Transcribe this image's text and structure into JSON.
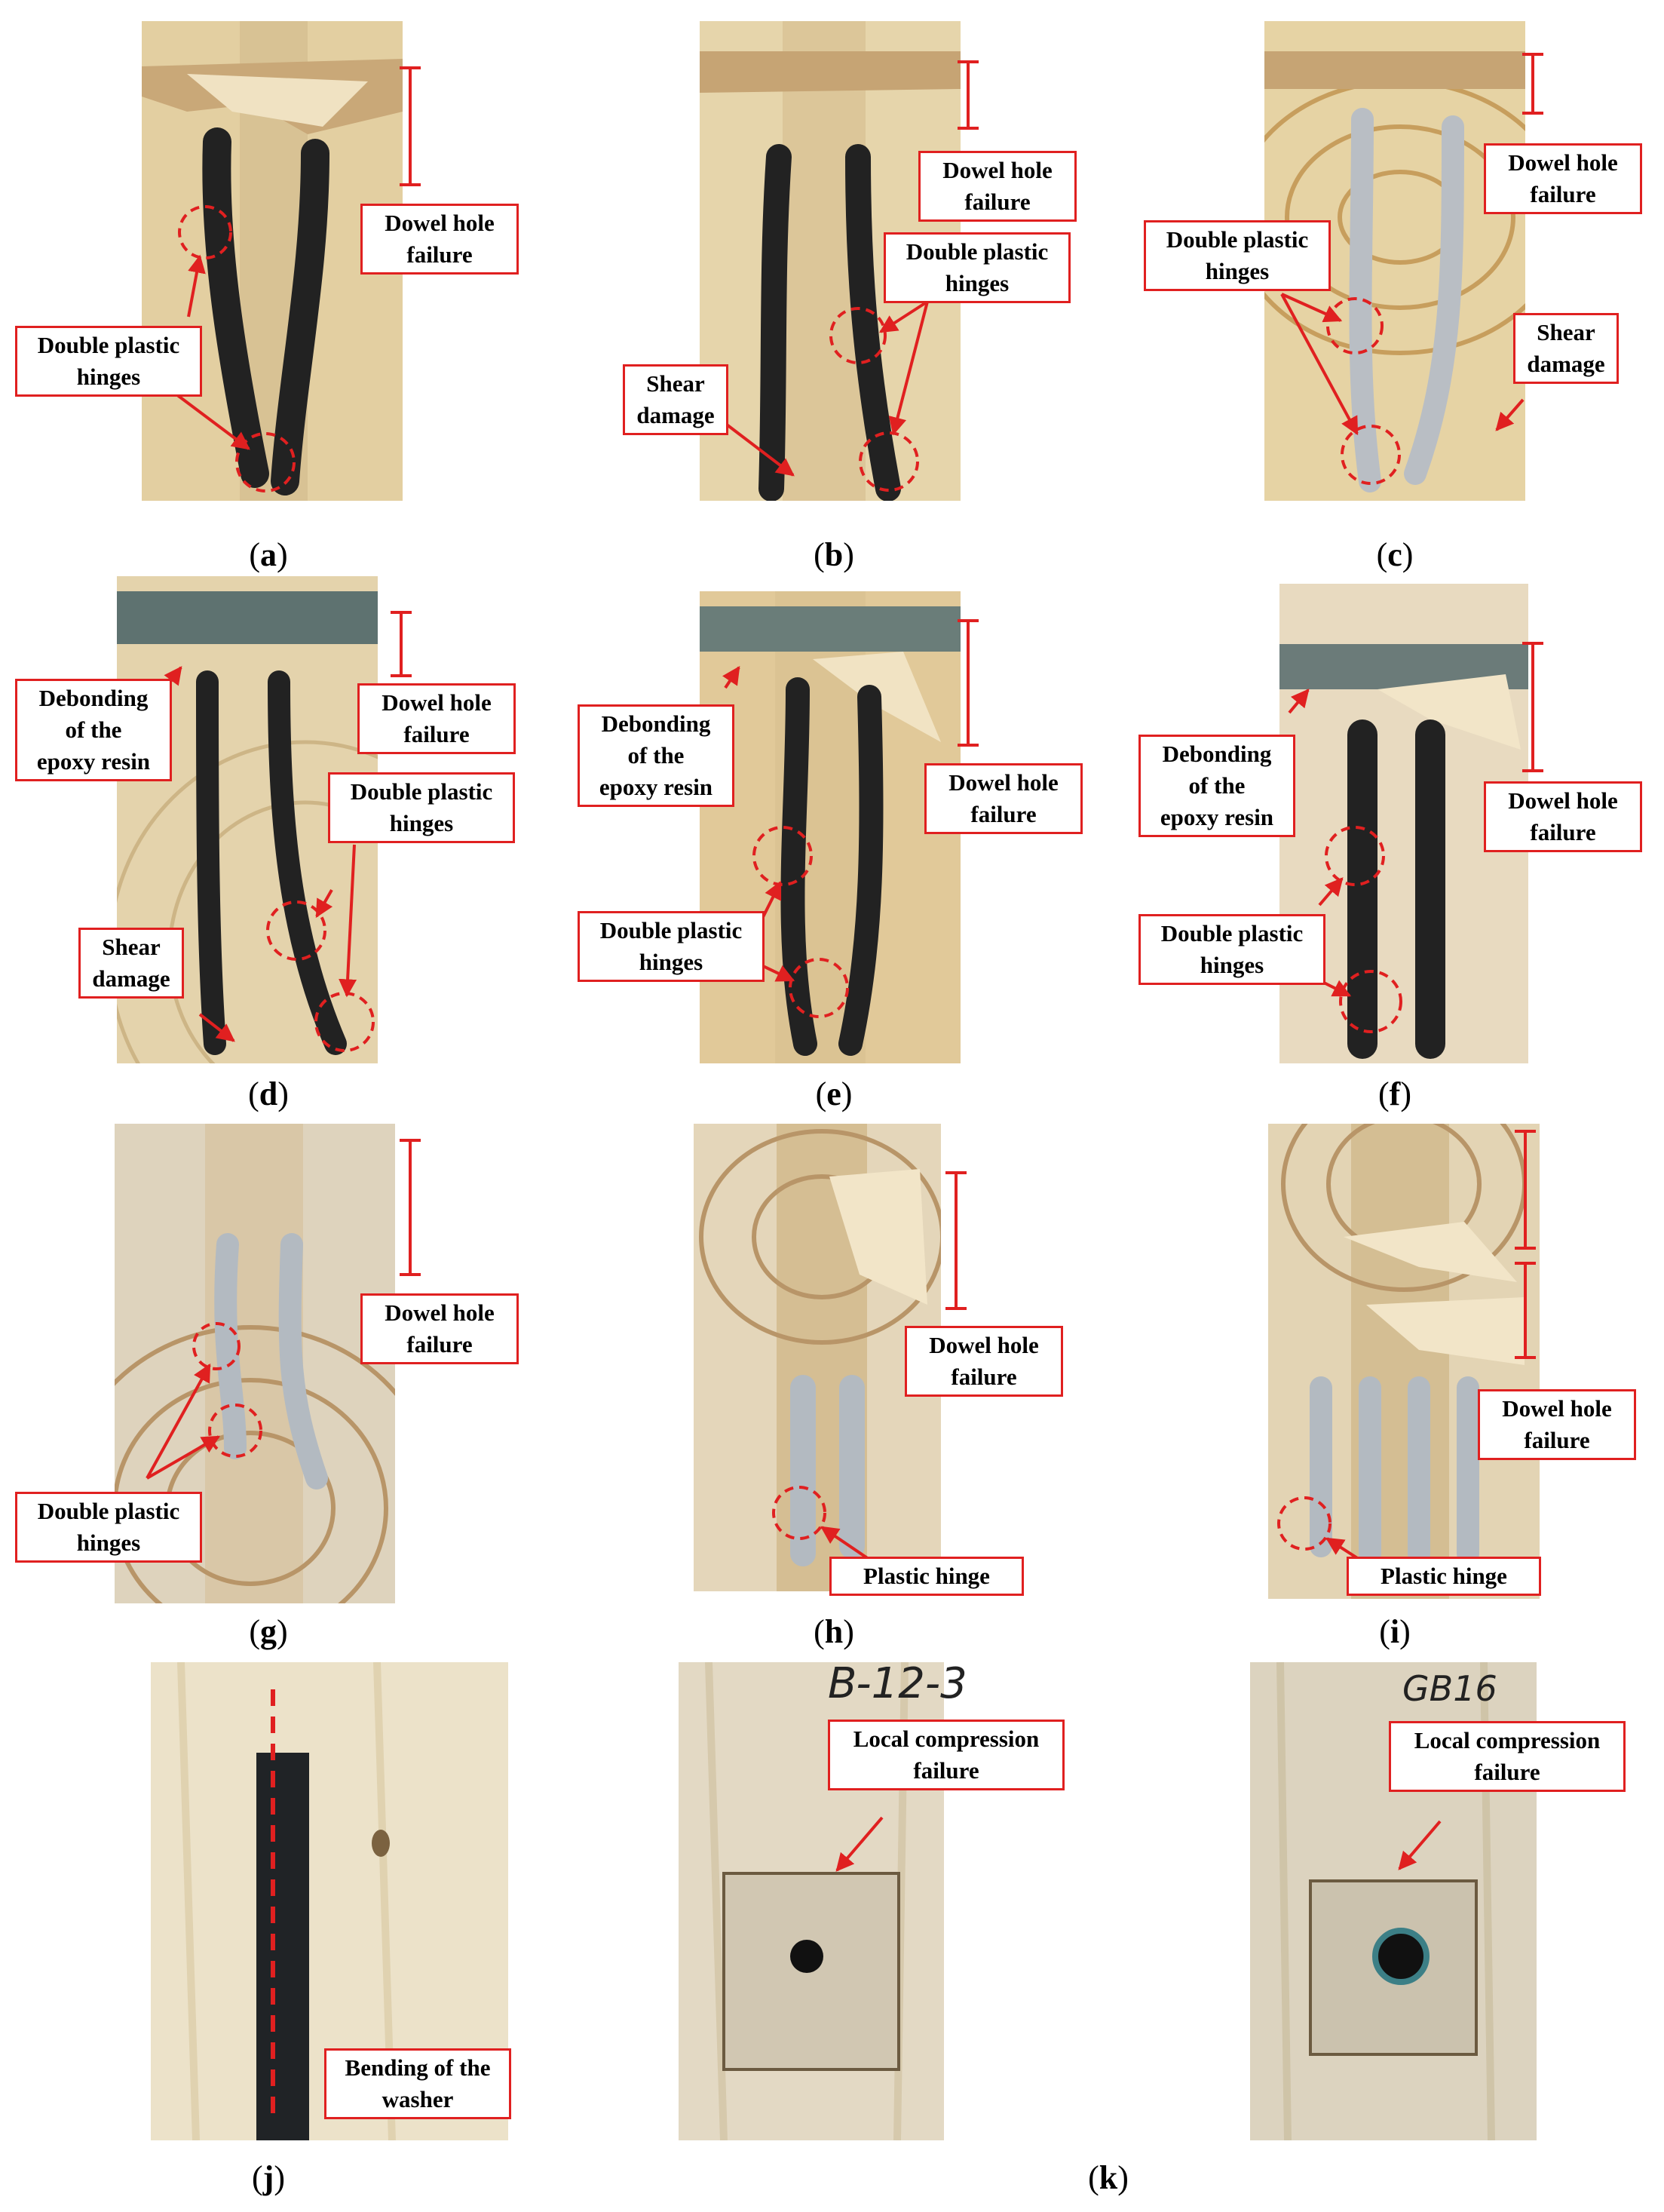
{
  "panels": {
    "a": {
      "caption_letter": "a",
      "labels": {
        "dowel": "Dowel hole\nfailure",
        "hinges": "Double plastic\nhinges"
      }
    },
    "b": {
      "caption_letter": "b",
      "labels": {
        "dowel": "Dowel hole\nfailure",
        "hinges": "Double plastic\nhinges",
        "shear": "Shear\ndamage"
      }
    },
    "c": {
      "caption_letter": "c",
      "labels": {
        "dowel": "Dowel hole\nfailure",
        "hinges": "Double plastic\nhinges",
        "shear": "Shear\ndamage"
      }
    },
    "d": {
      "caption_letter": "d",
      "labels": {
        "debond": "Debonding\nof the\nepoxy resin",
        "dowel": "Dowel hole\nfailure",
        "hinges": "Double plastic\nhinges",
        "shear": "Shear\ndamage"
      }
    },
    "e": {
      "caption_letter": "e",
      "labels": {
        "debond": "Debonding\nof the\nepoxy resin",
        "dowel": "Dowel hole\nfailure",
        "hinges": "Double plastic\nhinges"
      }
    },
    "f": {
      "caption_letter": "f",
      "labels": {
        "debond": "Debonding\nof the\nepoxy resin",
        "dowel": "Dowel hole\nfailure",
        "hinges": "Double plastic\nhinges"
      }
    },
    "g": {
      "caption_letter": "g",
      "labels": {
        "dowel": "Dowel hole\nfailure",
        "hinges": "Double plastic\nhinges"
      }
    },
    "h": {
      "caption_letter": "h",
      "labels": {
        "dowel": "Dowel hole\nfailure",
        "hinge": "Plastic hinge"
      }
    },
    "i": {
      "caption_letter": "i",
      "labels": {
        "dowel": "Dowel hole\nfailure",
        "hinge": "Plastic hinge"
      }
    },
    "j": {
      "caption_letter": "j",
      "labels": {
        "washer": "Bending of the\nwasher"
      }
    },
    "k": {
      "caption_letter": "k",
      "labels": {
        "local1": "Local compression\nfailure",
        "local2": "Local compression\nfailure"
      },
      "handwriting": {
        "left": "B-12-3",
        "right": "GB16"
      }
    }
  },
  "colors": {
    "annotation": "#e02020",
    "wood": "#e2cfa3",
    "steel_black": "#222222",
    "steel_silver": "#b9bec4"
  }
}
